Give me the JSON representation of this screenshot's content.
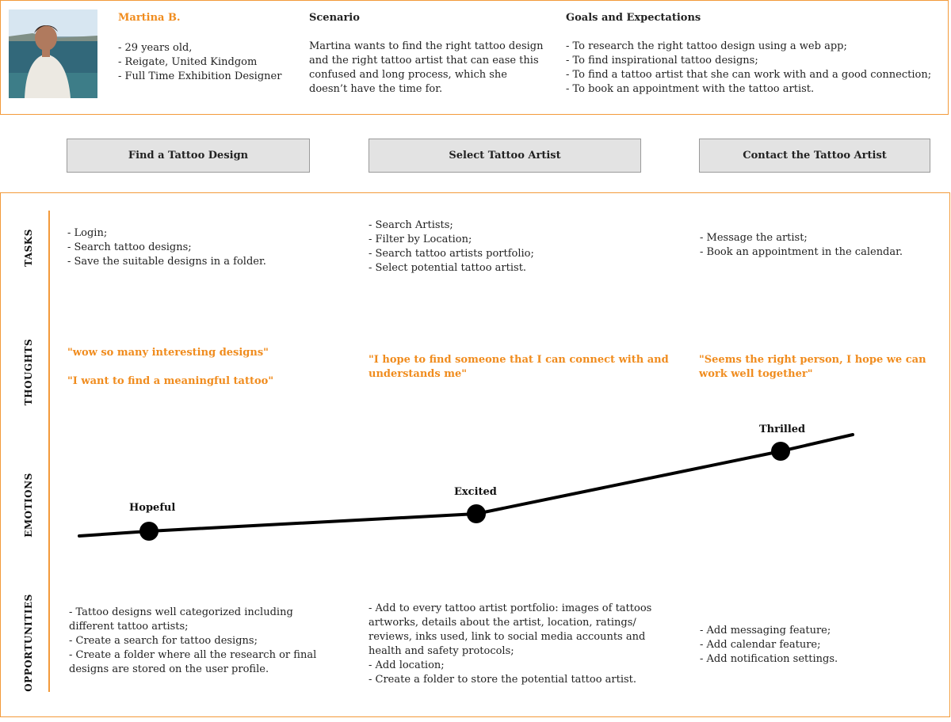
{
  "persona": {
    "name": "Martina B.",
    "details": [
      "- 29 years old,",
      "- Reigate, United Kindgom",
      "- Full Time Exhibition Designer"
    ]
  },
  "scenario": {
    "title": "Scenario",
    "text": [
      "Martina wants to find the right tattoo design",
      "and the right tattoo artist that can ease this",
      "confused and long process, which she",
      "doesn’t have the time for."
    ]
  },
  "goals": {
    "title": "Goals and Expectations",
    "items": [
      "- To research the right tattoo design using a web app;",
      "- To find inspirational tattoo designs;",
      "- To find a tattoo artist that she can work with and a good connection;",
      "- To book an appointment with the tattoo artist."
    ]
  },
  "phases": [
    "Find a Tattoo Design",
    "Select Tattoo Artist",
    "Contact the Tattoo Artist"
  ],
  "row_labels": [
    "TASKS",
    "THOUGHTS",
    "EMOTIONS",
    "OPPORTUNITIES"
  ],
  "tasks": [
    [
      "- Login;",
      "- Search tattoo designs;",
      "- Save the suitable designs in a folder."
    ],
    [
      "- Search Artists;",
      "- Filter by Location;",
      "- Search tattoo artists portfolio;",
      "- Select potential tattoo artist."
    ],
    [
      "- Message the artist;",
      "- Book an appointment in the calendar."
    ]
  ],
  "thoughts": {
    "phase1_a": "\"wow so many interesting designs\"",
    "phase1_b": "\"I want to find a meaningful tattoo\"",
    "phase2": [
      "\"I hope to find someone that I can connect with and",
      "understands me\""
    ],
    "phase3": [
      "\"Seems the right person, I hope we can",
      "work well together\""
    ]
  },
  "emotions": [
    {
      "label": "Hopeful",
      "level": 1
    },
    {
      "label": "Excited",
      "level": 2
    },
    {
      "label": "Thrilled",
      "level": 3
    }
  ],
  "opportunities": [
    [
      "- Tattoo designs well categorized including",
      "different tattoo artists;",
      "- Create a search for tattoo designs;",
      "- Create a folder where all the research or final",
      "designs are stored on the user profile."
    ],
    [
      "- Add to every tattoo artist portfolio: images of tattoos",
      "artworks, details about the artist, location, ratings/",
      "reviews, inks used, link to social media accounts and",
      "health and safety protocols;",
      "- Add  location;",
      "- Create a folder to store the potential tattoo artist."
    ],
    [
      "- Add messaging feature;",
      "- Add calendar feature;",
      "- Add notification settings."
    ]
  ],
  "colors": {
    "accent": "#f08c1e",
    "border": "#f39a3a",
    "button_bg": "#e3e3e3"
  }
}
